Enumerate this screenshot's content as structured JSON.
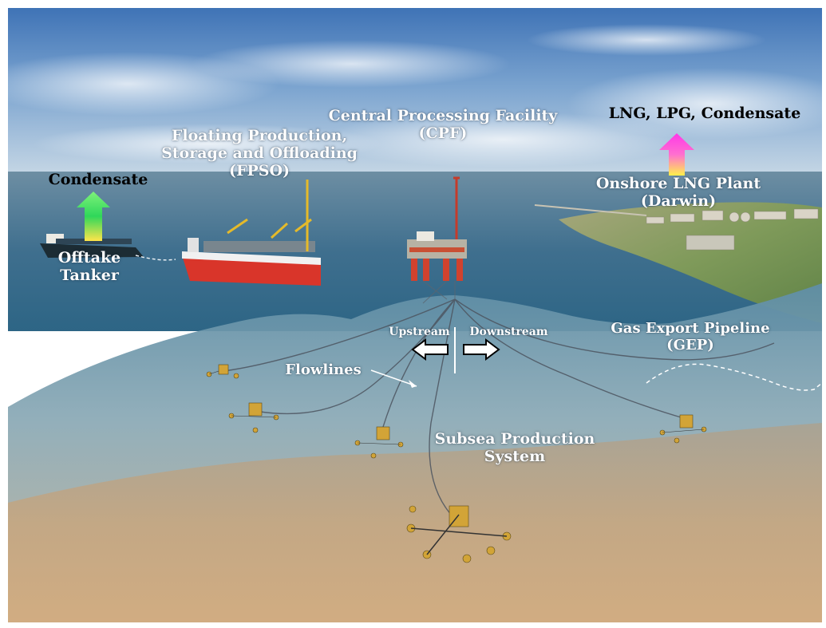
{
  "labels": {
    "cpf": [
      "Central Processing Facility",
      "(CPF)"
    ],
    "fpso": [
      "Floating Production,",
      "Storage and Offloading",
      "(FPSO)"
    ],
    "products": "LNG, LPG, Condensate",
    "onshore": [
      "Onshore LNG Plant",
      "(Darwin)"
    ],
    "condensate": "Condensate",
    "tanker": [
      "Offtake",
      "Tanker"
    ],
    "upstream": "Upstream",
    "downstream": "Downstream",
    "gep": [
      "Gas Export Pipeline",
      "(GEP)"
    ],
    "flowlines": "Flowlines",
    "subsea": [
      "Subsea Production",
      "System"
    ]
  },
  "colors": {
    "condensate_arrow": [
      "#7ef27a",
      "#2fd75a",
      "#ffe54a"
    ],
    "products_arrow": [
      "#ff38e8",
      "#ff6fd0",
      "#fff04a"
    ],
    "label_white": "#ffffff",
    "label_black": "#000000"
  },
  "icons": {
    "tanker": "ship-icon",
    "fpso": "fpso-vessel-icon",
    "cpf": "platform-icon",
    "plant": "lng-plant-icon",
    "subsea": "subsea-manifold-icon"
  }
}
